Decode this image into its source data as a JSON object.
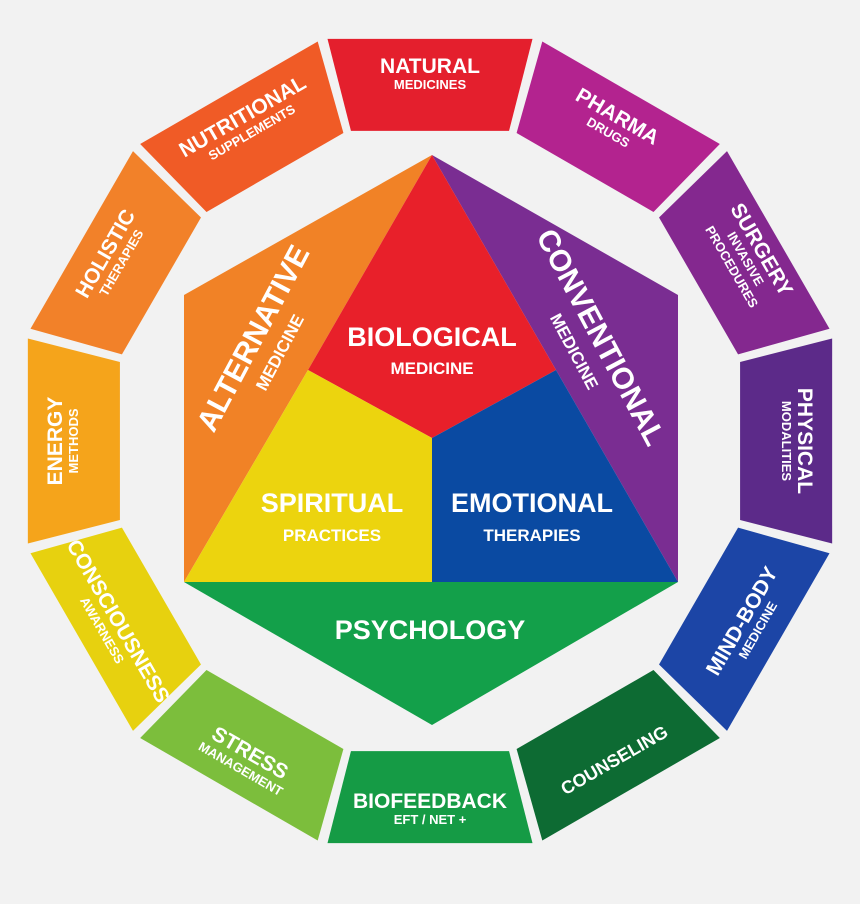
{
  "center": {
    "biological": {
      "title": "BIOLOGICAL",
      "subtitle": "MEDICINE",
      "color": "#e8202a"
    },
    "spiritual": {
      "title": "SPIRITUAL",
      "subtitle": "PRACTICES",
      "color": "#ecd40e"
    },
    "emotional": {
      "title": "EMOTIONAL",
      "subtitle": "THERAPIES",
      "color": "#0a4aa2"
    },
    "psychology": {
      "title": "PSYCHOLOGY",
      "color": "#13a04a"
    },
    "alternative": {
      "title": "ALTERNATIVE",
      "subtitle": "MEDICINE",
      "color": "#f18226"
    },
    "conventional": {
      "title": "CONVENTIONAL",
      "subtitle": "MEDICINE",
      "color": "#7a2d92"
    }
  },
  "ring": [
    {
      "id": "natural",
      "lines": [
        "NATURAL",
        "MEDICINES"
      ],
      "color": "#e41f2d"
    },
    {
      "id": "pharma",
      "lines": [
        "PHARMA",
        "DRUGS"
      ],
      "color": "#b3238f"
    },
    {
      "id": "surgery",
      "lines": [
        "SURGERY",
        "INVASIVE",
        "PROCEDURES"
      ],
      "color": "#84288f"
    },
    {
      "id": "physical",
      "lines": [
        "PHYSICAL",
        "MODALITIES"
      ],
      "color": "#5c2a89"
    },
    {
      "id": "mind-body",
      "lines": [
        "MIND-BODY",
        "MEDICINE"
      ],
      "color": "#1c45a6"
    },
    {
      "id": "counseling",
      "lines": [
        "COUNSELING"
      ],
      "color": "#0d6b33"
    },
    {
      "id": "biofeedback",
      "lines": [
        "BIOFEEDBACK",
        "EFT / NET +"
      ],
      "color": "#159b45"
    },
    {
      "id": "stress",
      "lines": [
        "STRESS",
        "MANAGEMENT"
      ],
      "color": "#7cbe3c"
    },
    {
      "id": "consciousness",
      "lines": [
        "CONSCIOUSNESS",
        "AWARNESS"
      ],
      "color": "#e7d10f"
    },
    {
      "id": "energy",
      "lines": [
        "ENERGY",
        "METHODS"
      ],
      "color": "#f5a41b"
    },
    {
      "id": "holistic",
      "lines": [
        "HOLISTIC",
        "THERAPIES"
      ],
      "color": "#f28129"
    },
    {
      "id": "nutritional",
      "lines": [
        "NUTRITIONAL",
        "SUPPLEMENTS"
      ],
      "color": "#f05b26"
    }
  ]
}
